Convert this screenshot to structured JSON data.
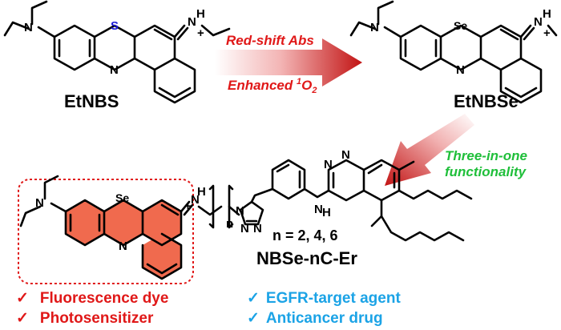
{
  "top_left_compound": {
    "name": "EtNBS",
    "heteroatom": "S"
  },
  "top_right_compound": {
    "name": "EtNBSe",
    "heteroatom": "Se"
  },
  "arrow1": {
    "line1": "Red-shift Abs",
    "line2_prefix": "Enhanced ",
    "line2_sup": "1",
    "line2_main": "O",
    "line2_sub": "2"
  },
  "arrow2": {
    "line1": "Three-in-one",
    "line2": "functionality"
  },
  "bottom_compound": {
    "name": "NBSe-nC-Er",
    "n_values": "n = 2, 4, 6",
    "heteroatom": "Se",
    "chain_index": "n"
  },
  "atoms": {
    "N": "N",
    "NH": "H",
    "plus": "+"
  },
  "features_left": [
    {
      "check": "✓",
      "text": "Fluorescence dye"
    },
    {
      "check": "✓",
      "text": "Photosensitizer"
    }
  ],
  "features_right": [
    {
      "check": "✓",
      "text": "EGFR-target agent"
    },
    {
      "check": "✓",
      "text": "Anticancer drug"
    }
  ],
  "colors": {
    "red": "#e01818",
    "blue": "#1ba3e6",
    "green": "#1fbf3a",
    "fill_core": "#f06a4e",
    "sulfur": "#1a1ad6",
    "box": "#e01818"
  }
}
